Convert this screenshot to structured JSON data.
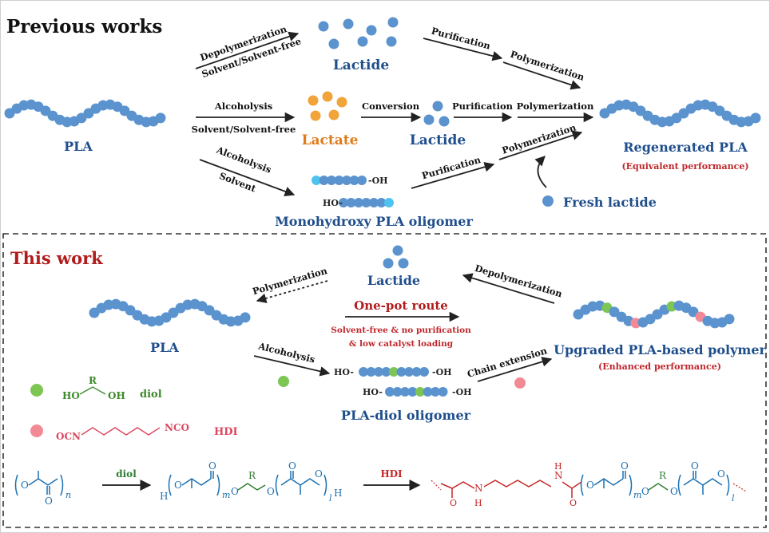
{
  "previous": {
    "heading": "Previous works",
    "pla": "PLA",
    "route1_top": "Depolymerization",
    "route1_bottom": "Solvent/Solvent-free",
    "route2_top": "Alcoholysis",
    "route2_bottom": "Solvent/Solvent-free",
    "route3_top": "Alcoholysis",
    "route3_bottom": "Solvent",
    "lactide_top": "Lactide",
    "purification_1": "Purification",
    "polymerization_1": "Polymerization",
    "lactate": "Lactate",
    "conversion": "Conversion",
    "lactide_mid": "Lactide",
    "purification_2": "Purification",
    "polymerization_2": "Polymerization",
    "oh_end": "-OH",
    "ho_end": "HO-",
    "monohydroxy": "Monohydroxy PLA oligomer",
    "purification_3": "Purification",
    "polymerization_3": "Polymerization",
    "regenerated": "Regenerated PLA",
    "equivalent": "(Equivalent performance)",
    "fresh_lactide": "Fresh lactide"
  },
  "this_work": {
    "heading": "This work",
    "lactide": "Lactide",
    "polymerization": "Polymerization",
    "depolymerization": "Depolymerization",
    "pla": "PLA",
    "one_pot": "One-pot route",
    "cond1": "Solvent-free & no purification",
    "cond2": "& low catalyst loading",
    "alcoholysis": "Alcoholysis",
    "chain_extension": "Chain extension",
    "upgraded": "Upgraded PLA-based polymer",
    "enhanced": "(Enhanced performance)",
    "oligomer": "PLA-diol oligomer",
    "ho": "HO-",
    "oh": "-OH",
    "diol_ho": "HO",
    "diol_r": "R",
    "diol_oh": "OH",
    "diol_label": "diol",
    "hdi_ocn": "OCN",
    "hdi_nco": "NCO",
    "hdi_label": "HDI"
  },
  "scheme": {
    "arrow1_label": "diol",
    "arrow2_label": "HDI",
    "o": "O",
    "n": "n",
    "h": "H",
    "m": "m",
    "r": "R",
    "l": "l",
    "nh": "N"
  },
  "colors": {
    "blue_bead": "#5b93cf",
    "light_bead": "#4fc3f0",
    "orange_bead": "#f0a43a",
    "green_bead": "#7dc653",
    "pink_bead": "#f28a96",
    "heading_dark": "#111111",
    "heading_red": "#b01c1c",
    "label_blue": "#1f4e8c",
    "label_orange": "#e07b1a",
    "label_red": "#c0262b",
    "green_text": "#3d8a2a",
    "pink_text": "#d9485f",
    "chem_blue": "#1a6fb0",
    "chem_green": "#2e7d32",
    "chem_red": "#c62828"
  }
}
